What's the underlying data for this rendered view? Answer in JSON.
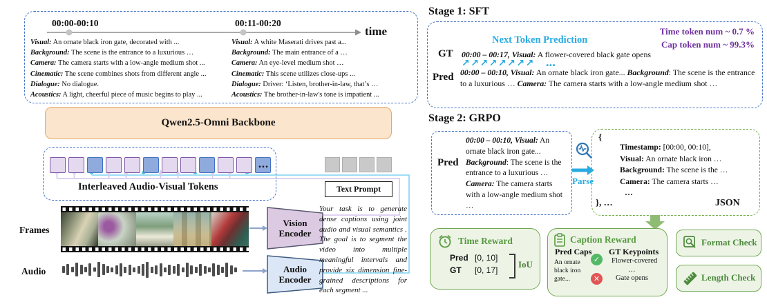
{
  "left": {
    "timeline": {
      "seg1": "00:00-00:10",
      "seg2": "00:11-00:20",
      "time_label": "time"
    },
    "captions_col1": [
      {
        "label": "Visual:",
        "text": " An ornate black iron gate, decorated with ..."
      },
      {
        "label": "Background:",
        "text": " The scene is the entrance to a luxurious …"
      },
      {
        "label": "Camera:",
        "text": " The camera starts with a low-angle medium shot ..."
      },
      {
        "label": "Cinematic:",
        "text": " The scene combines shots from different angle ..."
      },
      {
        "label": "Dialogue:",
        "text": " No dialogue."
      },
      {
        "label": "Acoustics:",
        "text": " A light, cheerful piece of music begins to play ..."
      }
    ],
    "captions_col2": [
      {
        "label": "Visual:",
        "text": " A white Maserati drives past a..."
      },
      {
        "label": "Background:",
        "text": " The main entrance of a …"
      },
      {
        "label": "Camera:",
        "text": " An eye-level medium shot …"
      },
      {
        "label": "Cinematic:",
        "text": " This scene utilizes close-ups ..."
      },
      {
        "label": "Dialogue:",
        "text": " Driver: ‘Listen, brother-in-law, that’s …"
      },
      {
        "label": "Acoustics:",
        "text": " The brother-in-law's tone is impatient ..."
      }
    ],
    "backbone_label": "Qwen2.5-Omni Backbone",
    "tokens_label": "Interleaved Audio-Visual Tokens",
    "tokens_pattern": [
      "visual",
      "visual",
      "audio",
      "visual",
      "visual",
      "audio",
      "visual",
      "visual",
      "audio",
      "visual",
      "visual",
      "audio"
    ],
    "tokens_ellipsis": "...",
    "text_prompt_label": "Text Prompt",
    "frames_label": "Frames",
    "audio_label": "Audio",
    "vision_encoder_label": "Vision Encoder",
    "audio_encoder_label": "Audio Encoder",
    "prompt_text": "Your task is to generate dense captions using joint audio and visual semantics . The goal is to segment the video into multiple meaningful intervals and provide six dimension fine-grained descriptions for each segment ..."
  },
  "stage1": {
    "title": "Stage 1: SFT",
    "ntp_label": "Next Token Prediction",
    "stat_time": "Time token num ~ 0.7 %",
    "stat_cap": "Cap token num ~ 99.3%",
    "gt_label": "GT",
    "pred_label": "Pred",
    "gt_ts": "00:00 – 00:17, Visual:",
    "gt_text": " A flower-covered black gate opens",
    "arrows": "↗↗↗↗↗↗↗↗",
    "arrows_ellipsis": "…",
    "pred_ts": "00:00 – 00:10, Visual:",
    "pred_t1": " An ornate black iron gate... ",
    "pred_bg": "Background",
    "pred_t2": ": The scene is the entrance to a luxurious … ",
    "pred_cam": "Camera:",
    "pred_t3": " The camera starts with a low-angle medium shot …"
  },
  "stage2": {
    "title": "Stage 2: GRPO",
    "pred_label": "Pred",
    "pred_ts": "00:00 – 00:10, Visual:",
    "pred_t1": " An ornate black iron gate... ",
    "pred_bg": "Background",
    "pred_t2": ": The scene is the entrance to a luxurious … ",
    "pred_cam": "Camera:",
    "pred_t3": " The camera starts with a low-angle medium shot …",
    "parse_label": "Parse",
    "json_box": {
      "open_brace": "{",
      "rows": [
        {
          "label": "Timestamp:",
          "text": " [00:00, 00:10],"
        },
        {
          "label": "Visual:",
          "text": " An ornate black iron …"
        },
        {
          "label": "Background:",
          "text": " The scene is the …"
        },
        {
          "label": "Camera:",
          "text": " The camera starts …"
        }
      ],
      "ellipsis": "…",
      "close_brace": "}, …",
      "tag": "JSON"
    },
    "time_reward": {
      "title": "Time Reward",
      "rows": [
        {
          "k": "Pred",
          "v": "[0, 10]"
        },
        {
          "k": "GT",
          "v": "[0, 17]"
        }
      ],
      "iou": "IoU"
    },
    "caption_reward": {
      "title": "Caption Reward",
      "left_header": "Pred Caps",
      "right_header": "GT Keypoints",
      "left_text": "An ornate black iron gate...",
      "right_top": "Flower-covered",
      "right_mid": "…",
      "right_bottom": "Gate opens",
      "check_glyph": "✓",
      "cross_glyph": "✕"
    },
    "format_check": "Format Check",
    "length_check": "Length Check"
  }
}
